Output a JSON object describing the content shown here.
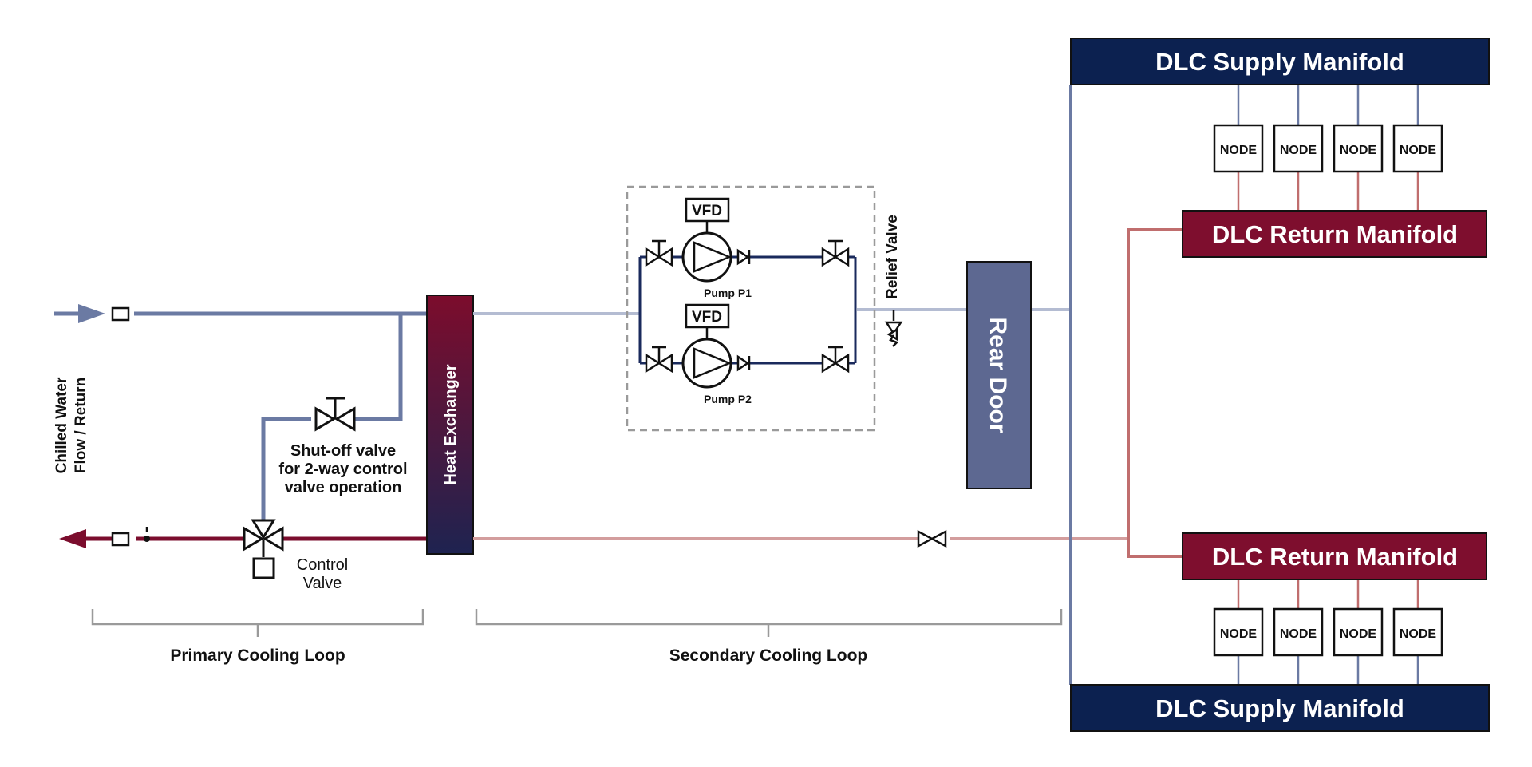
{
  "colors": {
    "supply": "#6b7aa3",
    "supply_light": "#b4bcd2",
    "return": "#7b0d2d",
    "return_light": "#d39d9d",
    "return_mid": "#c06e6e",
    "navy": "#0c2150",
    "crimson": "#7e0e2e",
    "door": "#5d6891",
    "pump_line": "#1a2a5c",
    "bracket": "#9a9a9a",
    "dashed": "#9a9a9a"
  },
  "labels": {
    "chilled_water": "Chilled Water",
    "flow_return": "Flow / Return",
    "heat_exchanger": "Heat Exchanger",
    "shutoff_line1": "Shut-off valve",
    "shutoff_line2": "for 2-way control",
    "shutoff_line3": "valve operation",
    "control_line1": "Control",
    "control_line2": "Valve",
    "vfd_1": "VFD",
    "vfd_2": "VFD",
    "pump_p1": "Pump P1",
    "pump_p2": "Pump P2",
    "relief_valve": "Relief Valve",
    "rear_door": "Rear Door",
    "primary_loop": "Primary Cooling Loop",
    "secondary_loop": "Secondary Cooling Loop",
    "supply_manifold_top": "DLC Supply Manifold",
    "return_manifold_top": "DLC Return Manifold",
    "return_manifold_bottom": "DLC Return Manifold",
    "supply_manifold_bottom": "DLC Supply Manifold"
  },
  "nodes_top": [
    "NODE",
    "NODE",
    "NODE",
    "NODE"
  ],
  "nodes_bottom": [
    "NODE",
    "NODE",
    "NODE",
    "NODE"
  ],
  "icons": [
    "arrow-in-icon",
    "arrow-out-icon",
    "gate-valve-icon",
    "three-way-valve-icon",
    "pump-icon",
    "check-valve-icon",
    "relief-valve-icon",
    "ball-valve-icon"
  ]
}
